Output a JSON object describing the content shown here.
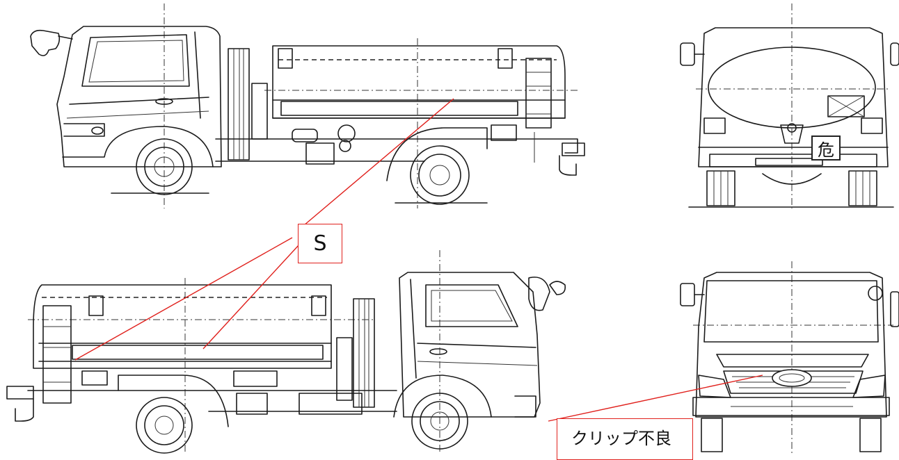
{
  "callouts": {
    "s_label": "S",
    "clip_label": "クリップ不良"
  },
  "drawing": {
    "hazard_plate": "危"
  },
  "colors": {
    "callout_line": "#e0201c",
    "drawing_line": "#1a1a1a",
    "background": "#ffffff"
  }
}
